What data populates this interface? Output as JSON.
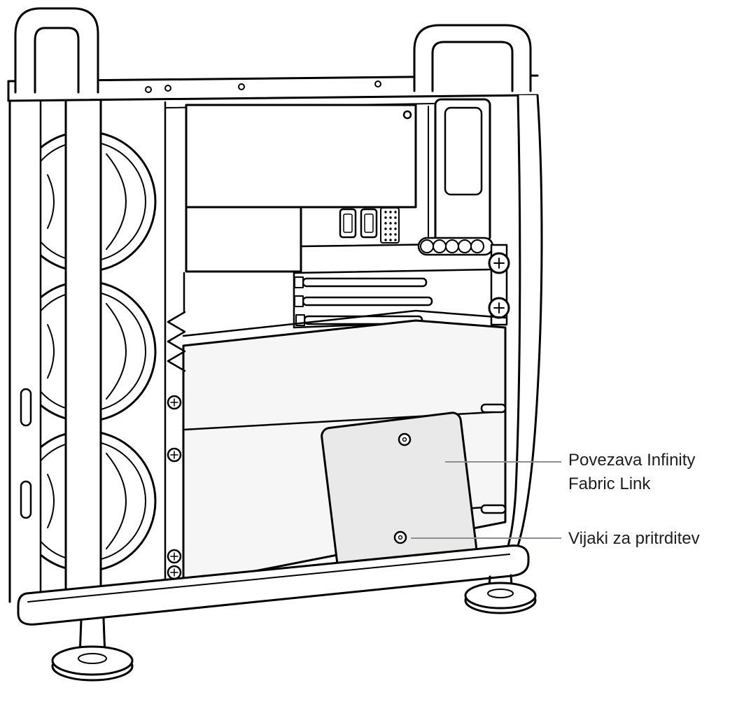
{
  "callouts": [
    {
      "id": "infinity-fabric-link",
      "lines": [
        "Povezava Infinity",
        "Fabric Link"
      ]
    },
    {
      "id": "mounting-screws",
      "lines": [
        "Vijaki za pritrditev"
      ]
    }
  ],
  "colors": {
    "line": "#000000",
    "module_fill": "#f6f6f6",
    "plate_fill": "#e9e9e9",
    "background": "#ffffff",
    "callout_line": "#8e8e93",
    "text": "#1d1d1f"
  }
}
